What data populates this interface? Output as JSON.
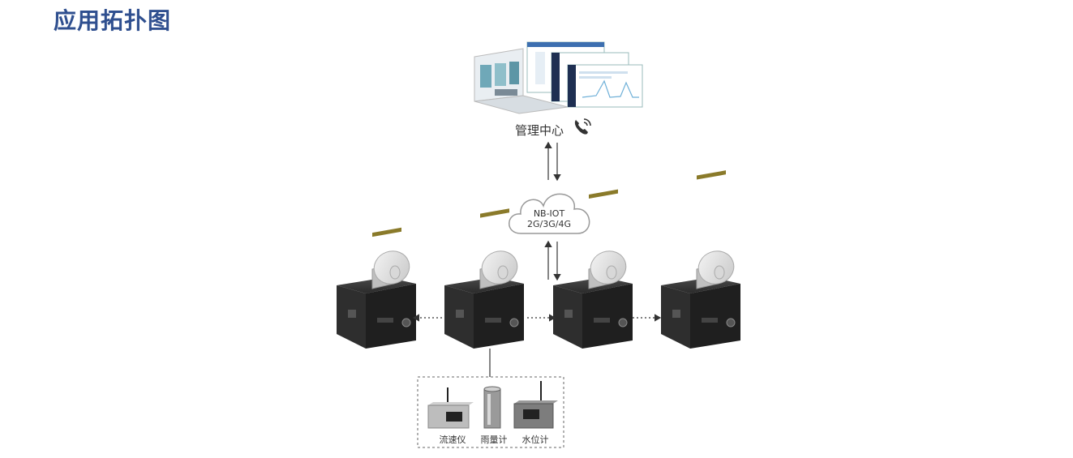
{
  "header": {
    "title": "应用拓扑图"
  },
  "management": {
    "label": "管理中心",
    "icon": "phone-icon"
  },
  "cloud": {
    "line1": "NB-IOT",
    "line2": "2G/3G/4G"
  },
  "sensors": [
    {
      "label": "流速仪"
    },
    {
      "label": "雨量计"
    },
    {
      "label": "水位计"
    }
  ],
  "colors": {
    "title": "#2f4f8f",
    "line": "#333333",
    "device_body": "#2b2b2b"
  }
}
